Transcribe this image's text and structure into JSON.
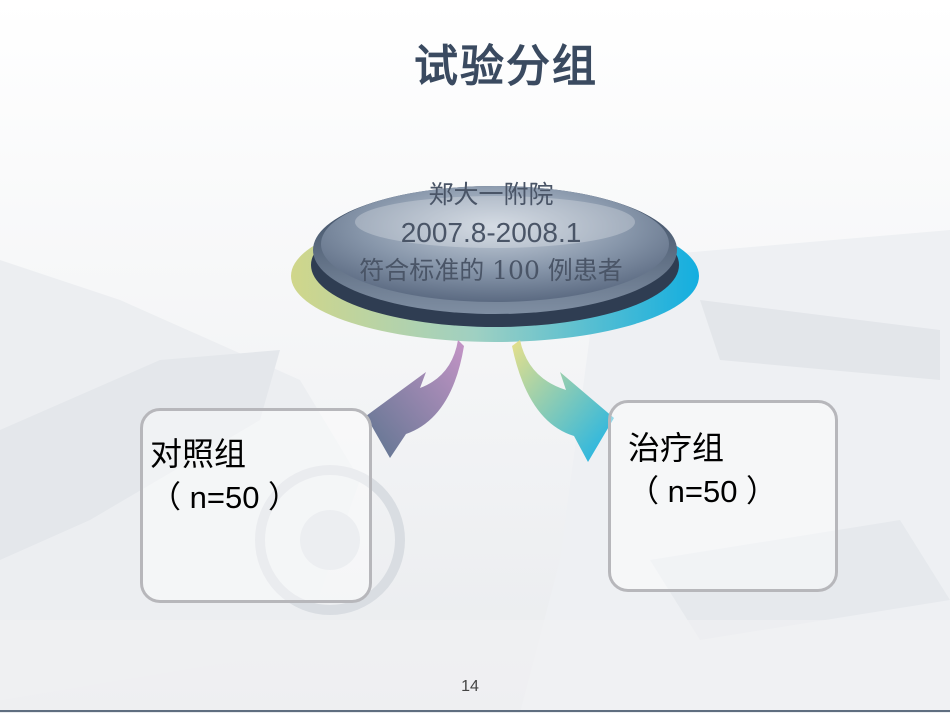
{
  "slide": {
    "title": "试验分组",
    "page_number": "14"
  },
  "source": {
    "line1": "郑大一附院",
    "line2": "2007.8-2008.1",
    "line3": "符合标准的 100 例患者"
  },
  "groups": [
    {
      "label": "对照组",
      "count": "（ n=50 ）"
    },
    {
      "label": "治疗组",
      "count": "（ n=50 ）"
    }
  ],
  "colors": {
    "title": "#3a4a60",
    "ellipse_top": "#6d7f96",
    "ring_left": "#c9cf86",
    "ring_right": "#2ab7d9",
    "arrow_left": "#9b8fb0",
    "arrow_right": "#25b6e2",
    "box_border": "#b7b7bb"
  }
}
